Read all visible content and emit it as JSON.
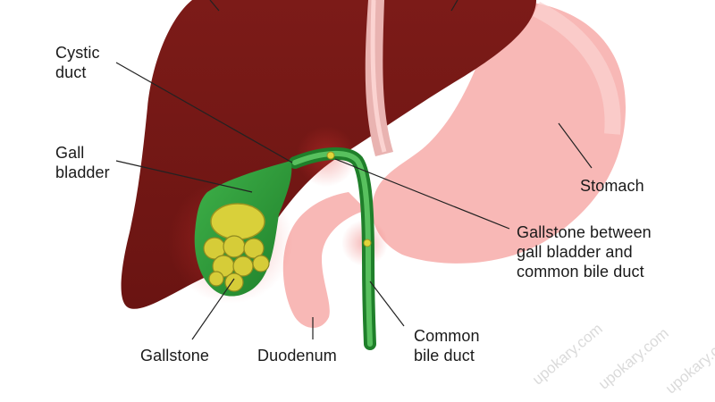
{
  "labels": {
    "cystic_duct": "Cystic\nduct",
    "gall_bladder": "Gall\nbladder",
    "stomach": "Stomach",
    "gallstone_between": "Gallstone between\ngall bladder and\ncommon bile duct",
    "gallstone": "Gallstone",
    "duodenum": "Duodenum",
    "common_bile_duct": "Common\nbile duct"
  },
  "watermark": {
    "text": "upokary.com"
  },
  "colors": {
    "liver": "#7a1a17",
    "stomach": "#f7b6b4",
    "gallbladder": "#2f9a3a",
    "stone": "#d6cc38",
    "leader": "#222222"
  }
}
